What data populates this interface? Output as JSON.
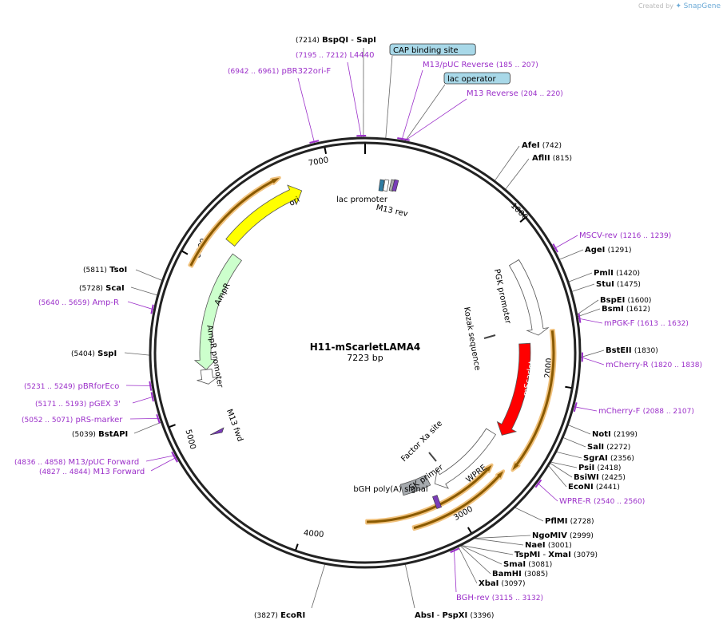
{
  "credit": {
    "prefix": "Created by",
    "brand": "SnapGene"
  },
  "plasmid": {
    "name": "H11-mScarletLAMA4",
    "length_label": "7223 bp",
    "length": 7223
  },
  "colors": {
    "site": "#000000",
    "primer": "#9b2fc9",
    "backbone": "#222222",
    "ori": "#ffff00",
    "ampr": "#ccffcc",
    "mscarlet": "#ff0000",
    "misc": "#ffffff",
    "polya": "#a6aaae",
    "highlight": "#f1c27d"
  },
  "ticks": [
    {
      "bp": 1000,
      "label": "1000"
    },
    {
      "bp": 2000,
      "label": "2000"
    },
    {
      "bp": 3000,
      "label": "3000"
    },
    {
      "bp": 4000,
      "label": "4000"
    },
    {
      "bp": 5000,
      "label": "5000"
    },
    {
      "bp": 6000,
      "label": "6000"
    },
    {
      "bp": 7000,
      "label": "7000"
    }
  ],
  "features": [
    {
      "id": "ori",
      "label": "ori",
      "type": "ori",
      "start": 6205,
      "end": 6795,
      "dir": 1,
      "color": "#ffff00"
    },
    {
      "id": "ampr",
      "label": "AmpR",
      "type": "cds",
      "start": 5295,
      "end": 6155,
      "dir": -1,
      "color": "#ccffcc"
    },
    {
      "id": "ampr-promoter",
      "label": "AmpR promoter",
      "type": "promoter",
      "start": 5190,
      "end": 5295,
      "dir": -1,
      "color": "#ffffff"
    },
    {
      "id": "pgk-promoter",
      "label": "PGK promoter",
      "type": "promoter",
      "start": 1180,
      "end": 1690,
      "dir": 1,
      "color": "#ffffff"
    },
    {
      "id": "mscarlet",
      "label": "mScarlet",
      "type": "cds",
      "start": 1740,
      "end": 2430,
      "dir": 1,
      "color": "#ff0000"
    },
    {
      "id": "wpre",
      "label": "WPRE",
      "type": "misc",
      "start": 2450,
      "end": 3050,
      "dir": 1,
      "color": "#ffffff"
    },
    {
      "id": "bgh-polya",
      "label": "bGH poly(A) signal",
      "type": "polya",
      "start": 3085,
      "end": 3310,
      "dir": 1,
      "color": "#a6aaae"
    }
  ],
  "small_features": [
    {
      "id": "lac-promoter",
      "label": "lac promoter",
      "bp": 60
    },
    {
      "id": "m13-rev",
      "label": "M13 rev",
      "bp": 160
    },
    {
      "id": "kozak",
      "label": "Kozak sequence",
      "bp": 1730
    },
    {
      "id": "factor-xa",
      "label": "Factor Xa site",
      "bp": 2445
    },
    {
      "id": "sk-primer",
      "label": "SK primer",
      "bp": 3075
    },
    {
      "id": "m13-fwd",
      "label": "M13 fwd",
      "bp": 4845
    }
  ],
  "orfs": [
    {
      "start": 1670,
      "end": 2580,
      "dir": 1
    },
    {
      "start": 2620,
      "end": 3300,
      "dir": -1
    },
    {
      "start": 2640,
      "end": 3600,
      "dir": -1
    },
    {
      "start": 5950,
      "end": 6700,
      "dir": 1
    }
  ],
  "site_labels": [
    {
      "id": "bspqi",
      "pos": "(7214)",
      "name": "BspQI",
      "sep": "-",
      "name2": "SapI",
      "kind": "site",
      "bp": 7214
    },
    {
      "id": "l4440",
      "pos": "(7195 .. 7212)",
      "name": "L4440",
      "kind": "primer",
      "bp": 7203
    },
    {
      "id": "pbr322ori",
      "pos": "(6942 .. 6961)",
      "name": "pBR322ori-F",
      "kind": "primer",
      "bp": 6951
    },
    {
      "id": "cap",
      "name": "CAP binding site",
      "kind": "boxed",
      "bp": 110
    },
    {
      "id": "m13puc-rev",
      "name": "M13/pUC Reverse",
      "pos": "(185 .. 207)",
      "kind": "primer",
      "bp": 196
    },
    {
      "id": "lac-operator",
      "name": "lac operator",
      "kind": "boxed",
      "bp": 215
    },
    {
      "id": "m13-reverse",
      "name": "M13 Reverse",
      "pos": "(204 .. 220)",
      "kind": "primer",
      "bp": 212
    },
    {
      "id": "afei",
      "name": "AfeI",
      "pos": "(742)",
      "kind": "site",
      "bp": 742
    },
    {
      "id": "aflii",
      "name": "AflII",
      "pos": "(815)",
      "kind": "site",
      "bp": 815
    },
    {
      "id": "mscv-rev",
      "name": "MSCV-rev",
      "pos": "(1216 .. 1239)",
      "kind": "primer",
      "bp": 1227
    },
    {
      "id": "agei",
      "name": "AgeI",
      "pos": "(1291)",
      "kind": "site",
      "bp": 1291
    },
    {
      "id": "pmli",
      "name": "PmlI",
      "pos": "(1420)",
      "kind": "site",
      "bp": 1420
    },
    {
      "id": "stui",
      "name": "StuI",
      "pos": "(1475)",
      "kind": "site",
      "bp": 1475
    },
    {
      "id": "bspei",
      "name": "BspEI",
      "pos": "(1600)",
      "kind": "site",
      "bp": 1600
    },
    {
      "id": "bsmi",
      "name": "BsmI",
      "pos": "(1612)",
      "kind": "site",
      "bp": 1612
    },
    {
      "id": "mpgk-f",
      "name": "mPGK-F",
      "pos": "(1613 .. 1632)",
      "kind": "primer",
      "bp": 1622
    },
    {
      "id": "bsteii",
      "name": "BstEII",
      "pos": "(1830)",
      "kind": "site",
      "bp": 1830
    },
    {
      "id": "mcherry-r",
      "name": "mCherry-R",
      "pos": "(1820 .. 1838)",
      "kind": "primer",
      "bp": 1829
    },
    {
      "id": "mcherry-f",
      "name": "mCherry-F",
      "pos": "(2088 .. 2107)",
      "kind": "primer",
      "bp": 2097
    },
    {
      "id": "noti",
      "name": "NotI",
      "pos": "(2199)",
      "kind": "site",
      "bp": 2199
    },
    {
      "id": "sali",
      "name": "SalI",
      "pos": "(2272)",
      "kind": "site",
      "bp": 2272
    },
    {
      "id": "sgrai",
      "name": "SgrAI",
      "pos": "(2356)",
      "kind": "site",
      "bp": 2356
    },
    {
      "id": "psii",
      "name": "PsiI",
      "pos": "(2418)",
      "kind": "site",
      "bp": 2418
    },
    {
      "id": "bsiwi",
      "name": "BsiWI",
      "pos": "(2425)",
      "kind": "site",
      "bp": 2425
    },
    {
      "id": "econi",
      "name": "EcoNI",
      "pos": "(2441)",
      "kind": "site",
      "bp": 2441
    },
    {
      "id": "wpre-r",
      "name": "WPRE-R",
      "pos": "(2540 .. 2560)",
      "kind": "primer",
      "bp": 2550
    },
    {
      "id": "pflmi",
      "name": "PflMI",
      "pos": "(2728)",
      "kind": "site",
      "bp": 2728
    },
    {
      "id": "ngomiv",
      "name": "NgoMIV",
      "pos": "(2999)",
      "kind": "site",
      "bp": 2999
    },
    {
      "id": "naei",
      "name": "NaeI",
      "pos": "(3001)",
      "kind": "site",
      "bp": 3001
    },
    {
      "id": "tspmi",
      "name": "TspMI",
      "sep": "-",
      "name2": "XmaI",
      "pos": "(3079)",
      "kind": "site",
      "bp": 3079
    },
    {
      "id": "smai",
      "name": "SmaI",
      "pos": "(3081)",
      "kind": "site",
      "bp": 3081
    },
    {
      "id": "bamhi",
      "name": "BamHI",
      "pos": "(3085)",
      "kind": "site",
      "bp": 3085
    },
    {
      "id": "xbai",
      "name": "XbaI",
      "pos": "(3097)",
      "kind": "site",
      "bp": 3097
    },
    {
      "id": "bgh-rev",
      "name": "BGH-rev",
      "pos": "(3115 .. 3132)",
      "kind": "primer",
      "bp": 3123
    },
    {
      "id": "absi",
      "name": "AbsI",
      "sep": "-",
      "name2": "PspXI",
      "pos": "(3396)",
      "kind": "site",
      "bp": 3396
    },
    {
      "id": "ecori",
      "pos": "(3827)",
      "name": "EcoRI",
      "kind": "site",
      "bp": 3827
    },
    {
      "id": "bstapi",
      "pos": "(5039)",
      "name": "BstAPI",
      "kind": "site",
      "bp": 5039
    },
    {
      "id": "m13-forward",
      "pos": "(4827 .. 4844)",
      "name": "M13 Forward",
      "kind": "primer",
      "bp": 4835
    },
    {
      "id": "m13puc-forward",
      "pos": "(4836 .. 4858)",
      "name": "M13/pUC Forward",
      "kind": "primer",
      "bp": 4847
    },
    {
      "id": "prs-marker",
      "pos": "(5052 .. 5071)",
      "name": "pRS-marker",
      "kind": "primer",
      "bp": 5061
    },
    {
      "id": "pgex3",
      "pos": "(5171 .. 5193)",
      "name": "pGEX 3'",
      "kind": "primer",
      "bp": 5182
    },
    {
      "id": "pbrforeco",
      "pos": "(5231 .. 5249)",
      "name": "pBRforEco",
      "kind": "primer",
      "bp": 5240
    },
    {
      "id": "sspi",
      "pos": "(5404)",
      "name": "SspI",
      "kind": "site",
      "bp": 5404
    },
    {
      "id": "amp-r",
      "pos": "(5640 .. 5659)",
      "name": "Amp-R",
      "kind": "primer",
      "bp": 5649
    },
    {
      "id": "scai",
      "pos": "(5728)",
      "name": "ScaI",
      "kind": "site",
      "bp": 5728
    },
    {
      "id": "tsoi",
      "pos": "(5811)",
      "name": "TsoI",
      "kind": "site",
      "bp": 5811
    }
  ]
}
